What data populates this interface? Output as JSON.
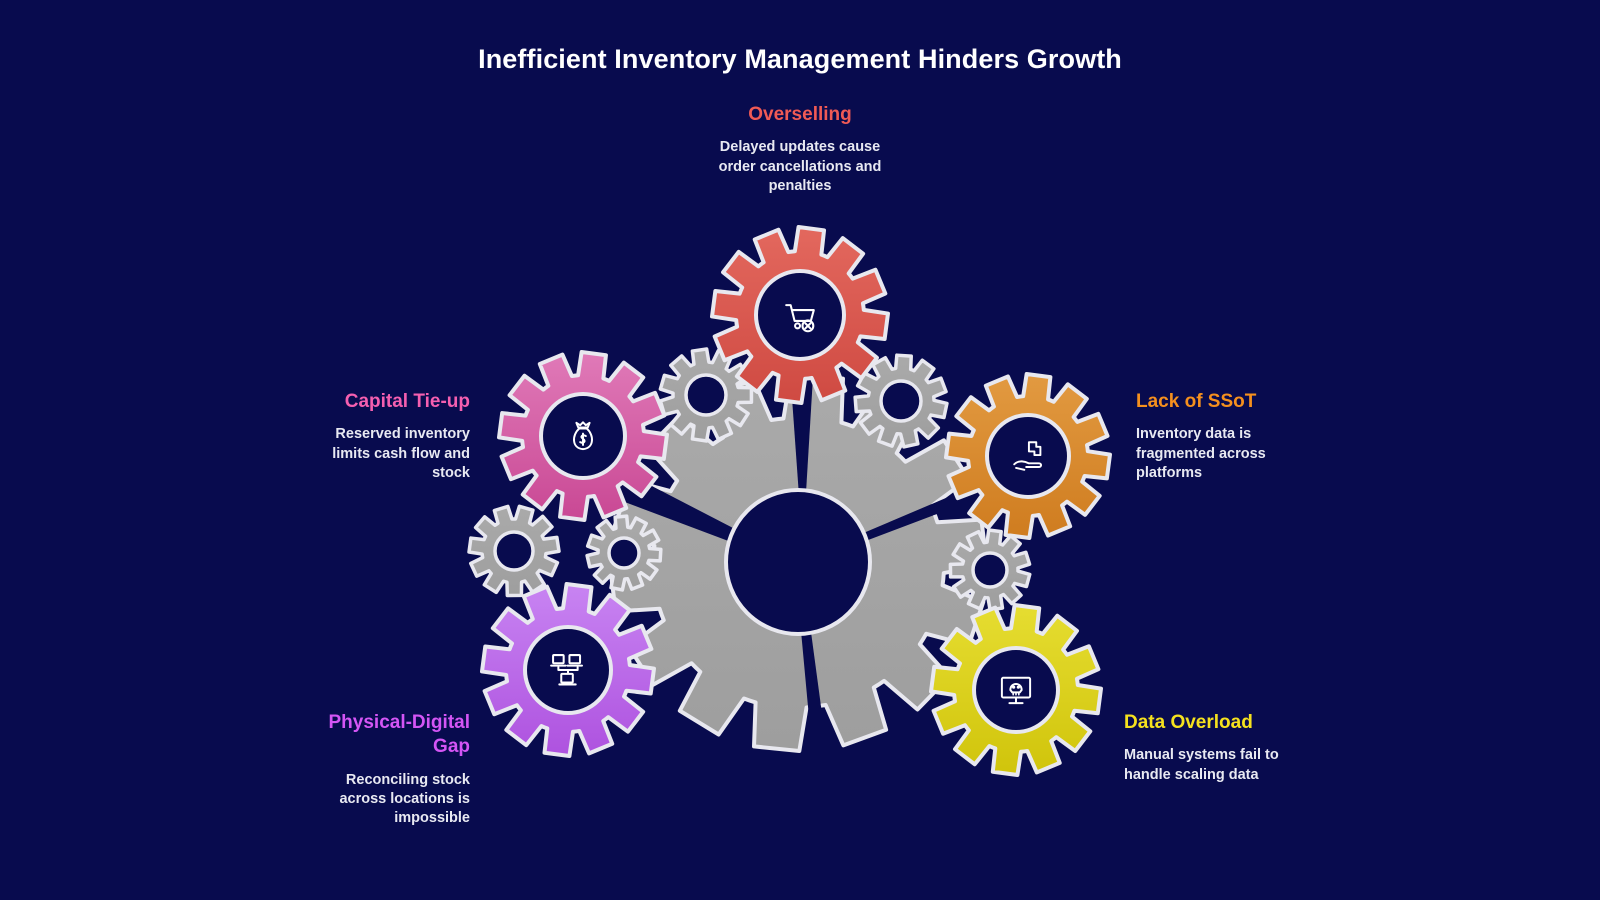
{
  "title": "Inefficient Inventory Management Hinders Growth",
  "theme": {
    "background": "#080b4e",
    "title_color": "#ffffff",
    "description_color": "#e8e9f2",
    "neutral_gear": "#a5a5a5",
    "gear_outline": "#e8e8ef"
  },
  "nodes": [
    {
      "id": "overselling",
      "title": "Overselling",
      "description": "Delayed updates cause order cancellations and penalties",
      "color": "#f05a55",
      "gear_color_light": "#e1685f",
      "gear_color_dark": "#cf4a42",
      "icon": "cart-error-icon",
      "align": "center"
    },
    {
      "id": "capital-tie-up",
      "title": "Capital Tie-up",
      "description": "Reserved inventory limits cash flow and stock",
      "color": "#f55fb0",
      "gear_color_light": "#e075b4",
      "gear_color_dark": "#cb4a96",
      "icon": "money-bag-icon",
      "align": "right"
    },
    {
      "id": "lack-of-ssot",
      "title": "Lack of SSoT",
      "description": "Inventory data is fragmented across platforms",
      "color": "#f5901e",
      "gear_color_light": "#e0963c",
      "gear_color_dark": "#d07f22",
      "icon": "hand-puzzle-icon",
      "align": "left"
    },
    {
      "id": "physical-digital-gap",
      "title": "Physical-Digital Gap",
      "description": "Reconciling stock across locations is impossible",
      "color": "#d455f5",
      "gear_color_light": "#c479ee",
      "gear_color_dark": "#b055e0",
      "icon": "network-computers-icon",
      "align": "right"
    },
    {
      "id": "data-overload",
      "title": "Data Overload",
      "description": "Manual systems fail to handle scaling data",
      "color": "#f5e11e",
      "gear_color_light": "#e3d92a",
      "gear_color_dark": "#d2c710",
      "icon": "monitor-skull-icon",
      "align": "left"
    }
  ]
}
